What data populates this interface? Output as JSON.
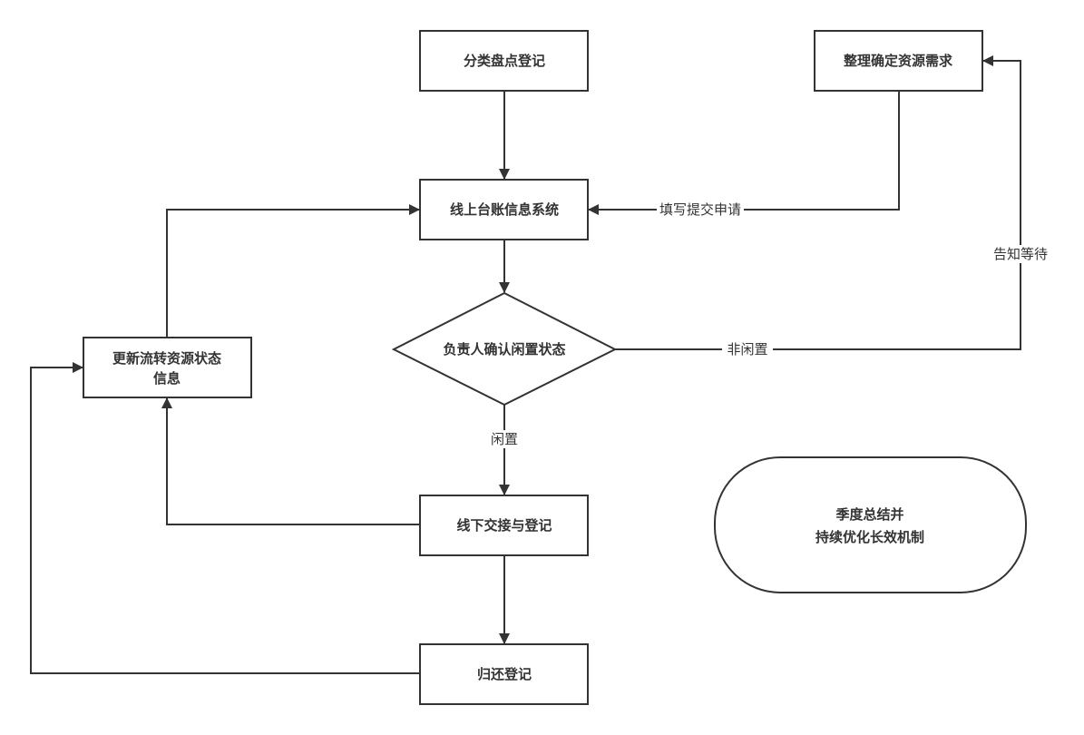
{
  "diagram": {
    "type": "flowchart",
    "colors": {
      "stroke": "#333333",
      "text": "#333333",
      "background": "#ffffff"
    },
    "nodes": {
      "classify": {
        "label": "分类盘点登记",
        "shape": "rectangle"
      },
      "online_system": {
        "label": "线上台账信息系统",
        "shape": "rectangle"
      },
      "demand": {
        "label": "整理确定资源需求",
        "shape": "rectangle"
      },
      "confirm_idle": {
        "label": "负责人确认闲置状态",
        "shape": "diamond"
      },
      "update_status": {
        "label_line1": "更新流转资源状态",
        "label_line2": "信息",
        "shape": "rectangle"
      },
      "offline_handover": {
        "label": "线下交接与登记",
        "shape": "rectangle"
      },
      "return_register": {
        "label": "归还登记",
        "shape": "rectangle"
      },
      "quarterly_summary": {
        "label_line1": "季度总结并",
        "label_line2": "持续优化长效机制",
        "shape": "terminal"
      }
    },
    "edges": {
      "classify_to_system": {
        "from": "classify",
        "to": "online_system",
        "label": ""
      },
      "demand_to_system": {
        "from": "demand",
        "to": "online_system",
        "label": "填写提交申请"
      },
      "system_to_confirm": {
        "from": "online_system",
        "to": "confirm_idle",
        "label": ""
      },
      "confirm_to_demand": {
        "from": "confirm_idle",
        "to": "demand",
        "label_a": "非闲置",
        "label_b": "告知等待"
      },
      "confirm_to_offline": {
        "from": "confirm_idle",
        "to": "offline_handover",
        "label": "闲置"
      },
      "offline_to_return": {
        "from": "offline_handover",
        "to": "return_register",
        "label": ""
      },
      "offline_to_update": {
        "from": "offline_handover",
        "to": "update_status",
        "label": ""
      },
      "return_to_update": {
        "from": "return_register",
        "to": "update_status",
        "label": ""
      },
      "update_to_system": {
        "from": "update_status",
        "to": "online_system",
        "label": ""
      }
    }
  }
}
